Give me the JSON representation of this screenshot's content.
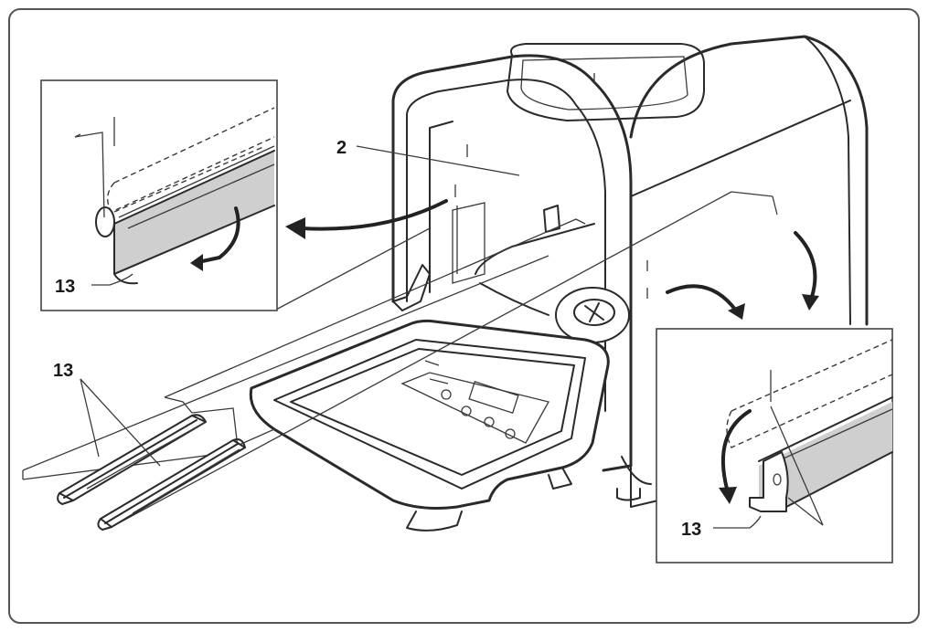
{
  "callouts": {
    "part_2": "2",
    "part_13_top_left": "13",
    "part_13_rails": "13",
    "part_13_bottom_right": "13"
  }
}
